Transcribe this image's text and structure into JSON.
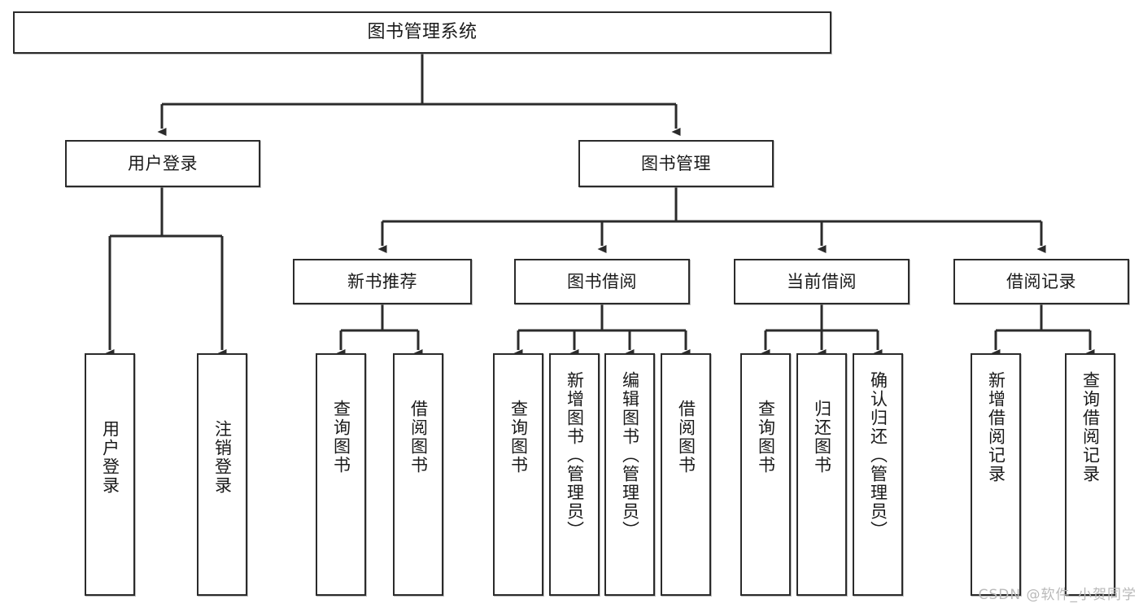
{
  "diagram": {
    "type": "tree-hierarchy",
    "title": "图书管理系统",
    "watermark": "CSDN @软件_小贺同学",
    "colors": {
      "stroke": "#2b2b2b",
      "fill": "#ffffff",
      "text": "#1a1a1a",
      "watermark": "#b9b9b9"
    },
    "levels": {
      "root": {
        "label": "图书管理系统"
      },
      "level2": [
        {
          "id": "user-login",
          "label": "用户登录"
        },
        {
          "id": "book-manage",
          "label": "图书管理"
        }
      ],
      "level3": [
        {
          "id": "new-book-rec",
          "label": "新书推荐",
          "parent": "book-manage"
        },
        {
          "id": "book-borrow",
          "label": "图书借阅",
          "parent": "book-manage"
        },
        {
          "id": "current-borrow",
          "label": "当前借阅",
          "parent": "book-manage"
        },
        {
          "id": "borrow-record",
          "label": "借阅记录",
          "parent": "book-manage"
        }
      ],
      "leaves": [
        {
          "id": "leaf-user-login",
          "label": "用户登录",
          "parent": "user-login"
        },
        {
          "id": "leaf-logout",
          "label": "注销登录",
          "parent": "user-login"
        },
        {
          "id": "leaf-query-book-1",
          "label": "查询图书",
          "parent": "new-book-rec"
        },
        {
          "id": "leaf-borrow-book-1",
          "label": "借阅图书",
          "parent": "new-book-rec"
        },
        {
          "id": "leaf-query-book-2",
          "label": "查询图书",
          "parent": "book-borrow"
        },
        {
          "id": "leaf-add-book",
          "label": "新增图书（管理员）",
          "parent": "book-borrow"
        },
        {
          "id": "leaf-edit-book",
          "label": "编辑图书（管理员）",
          "parent": "book-borrow"
        },
        {
          "id": "leaf-borrow-book-2",
          "label": "借阅图书",
          "parent": "book-borrow"
        },
        {
          "id": "leaf-query-book-3",
          "label": "查询图书",
          "parent": "current-borrow"
        },
        {
          "id": "leaf-return-book",
          "label": "归还图书",
          "parent": "current-borrow"
        },
        {
          "id": "leaf-confirm-return",
          "label": "确认归还（管理员）",
          "parent": "current-borrow"
        },
        {
          "id": "leaf-add-record",
          "label": "新增借阅记录",
          "parent": "borrow-record"
        },
        {
          "id": "leaf-query-record",
          "label": "查询借阅记录",
          "parent": "borrow-record"
        }
      ]
    }
  }
}
